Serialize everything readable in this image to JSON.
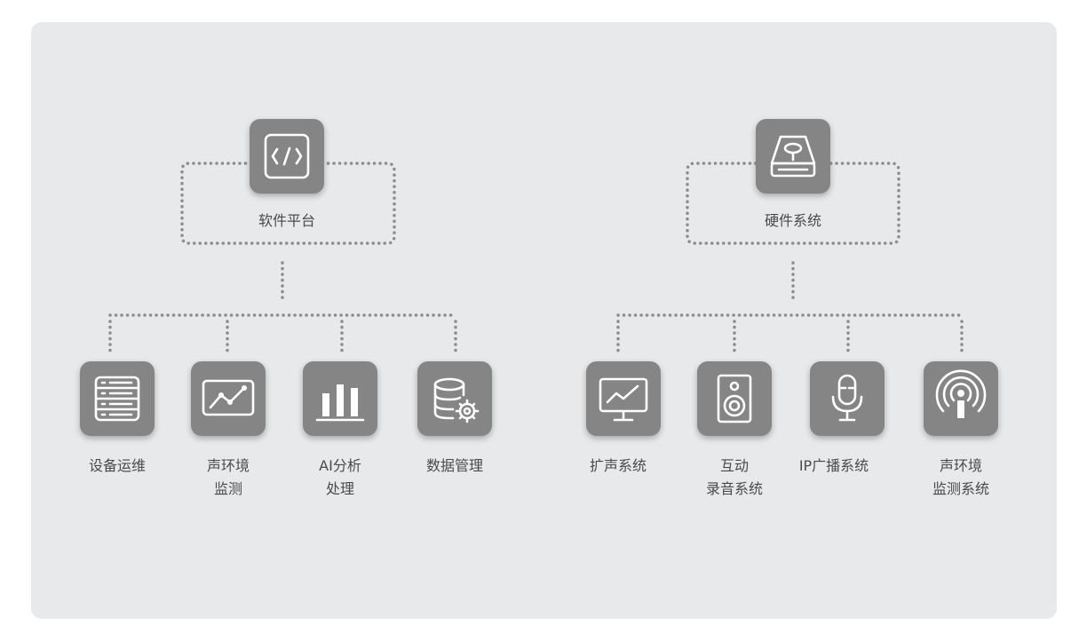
{
  "software": {
    "title": "软件平台",
    "icon": "code-icon",
    "items": [
      {
        "line1": "设备运维",
        "line2": "",
        "icon": "server-list-icon"
      },
      {
        "line1": "声环境",
        "line2": "监测",
        "icon": "line-chart-board-icon"
      },
      {
        "line1": "AI分析",
        "line2": "处理",
        "icon": "bar-chart-icon"
      },
      {
        "line1": "数据管理",
        "line2": "",
        "icon": "database-gear-icon"
      }
    ]
  },
  "hardware": {
    "title": "硬件系统",
    "icon": "hard-drive-icon",
    "items": [
      {
        "line1": "扩声系统",
        "line2": "",
        "icon": "monitor-chart-icon"
      },
      {
        "line1": "互动",
        "line2": "录音系统",
        "icon": "speaker-icon"
      },
      {
        "line1": "IP广播系统",
        "line2": "",
        "icon": "microphone-icon"
      },
      {
        "line1": "声环境",
        "line2": "监测系统",
        "icon": "broadcast-icon"
      }
    ]
  },
  "colors": {
    "panel": "#e8e9ea",
    "tile": "#858585",
    "dots": "#8d8d8d",
    "text": "#4a4a4a"
  }
}
